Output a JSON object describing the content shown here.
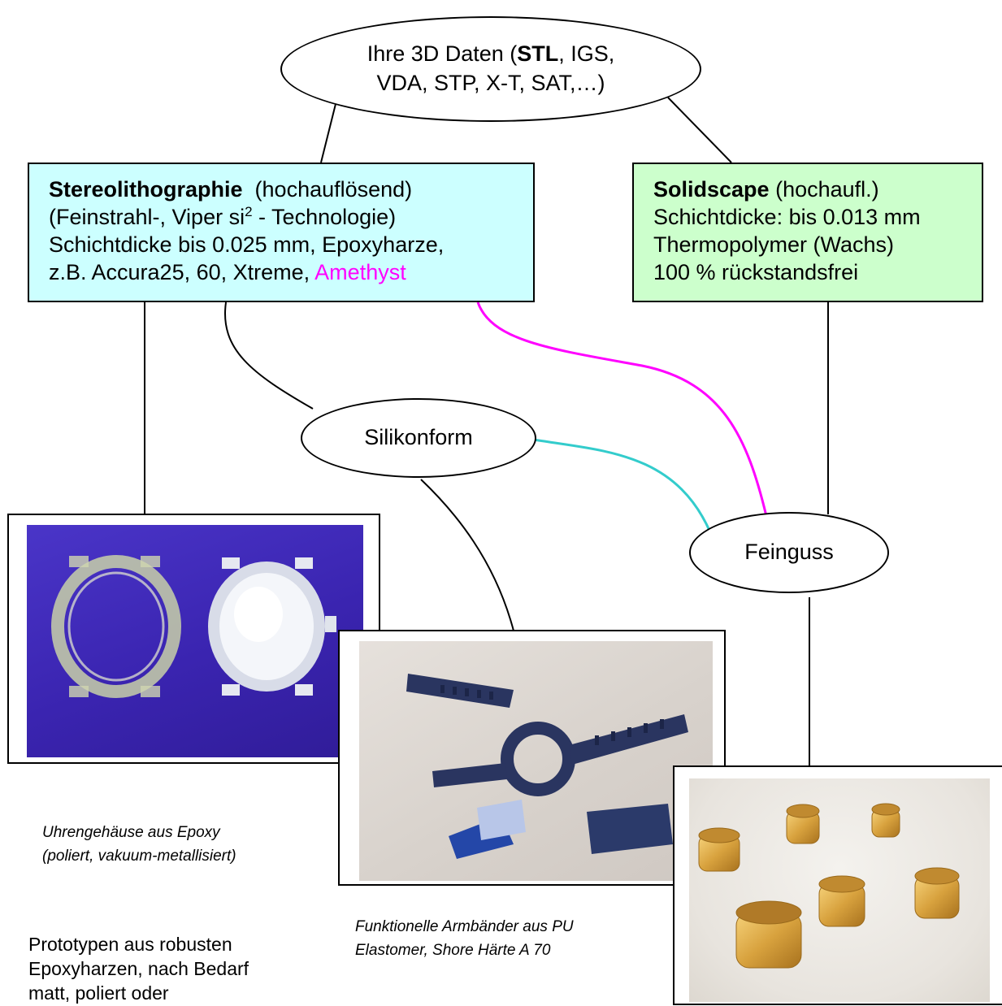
{
  "nodes": {
    "data_input": {
      "line1_prefix": "Ihre 3D Daten (",
      "line1_bold": "STL",
      "line1_suffix": ", IGS,",
      "line2": "VDA, STP, X-T, SAT,…)"
    },
    "stereo": {
      "title": "Stereolithographie",
      "title_note": "(hochauflösend)",
      "line2_prefix": "(Feinstrahl-, Viper si",
      "line2_sup": "2",
      "line2_suffix": " - Technologie)",
      "line3": "Schichtdicke bis 0.025 mm, Epoxyharze,",
      "line4_prefix": "z.B.  Accura25, 60, Xtreme, ",
      "line4_highlight": "Amethyst",
      "bg": "#ccffff",
      "highlight_color": "#ff00ff"
    },
    "solidscape": {
      "title": "Solidscape",
      "title_note": "(hochaufl.)",
      "line2": "Schichtdicke: bis 0.013 mm",
      "line3": "Thermopolymer (Wachs)",
      "line4": "100 % rückstandsfrei",
      "bg": "#ccffcc"
    },
    "silikonform": {
      "label": "Silikonform"
    },
    "feinguss": {
      "label": "Feinguss"
    }
  },
  "edges": [
    {
      "from": "data_input",
      "to": "stereo",
      "color": "#000000"
    },
    {
      "from": "data_input",
      "to": "solidscape",
      "color": "#000000"
    },
    {
      "from": "stereo",
      "to": "silikonform",
      "color": "#000000"
    },
    {
      "from": "stereo",
      "to": "feinguss",
      "color": "#ff00ff"
    },
    {
      "from": "silikonform",
      "to": "feinguss",
      "color": "#33cccc"
    },
    {
      "from": "solidscape",
      "to": "feinguss",
      "color": "#000000"
    },
    {
      "from": "stereo",
      "to": "photo_watch_case",
      "color": "#000000"
    },
    {
      "from": "silikonform",
      "to": "photo_straps",
      "color": "#000000"
    },
    {
      "from": "feinguss",
      "to": "photo_rings",
      "color": "#000000"
    }
  ],
  "captions": {
    "watch_case_line1": "Uhrengehäuse aus Epoxy",
    "watch_case_line2": "(poliert, vakuum-metallisiert)",
    "straps_line1": "Funktionelle Armbänder aus PU",
    "straps_line2": "Elastomer,  Shore Härte A 70"
  },
  "notes": {
    "prototypes_line1": "Prototypen aus robusten",
    "prototypes_line2": "Epoxyharzen, nach Bedarf",
    "prototypes_line3": "matt, poliert oder"
  },
  "photos": {
    "watch_case": "photo-watch-case",
    "straps": "photo-straps",
    "rings": "photo-rings"
  }
}
